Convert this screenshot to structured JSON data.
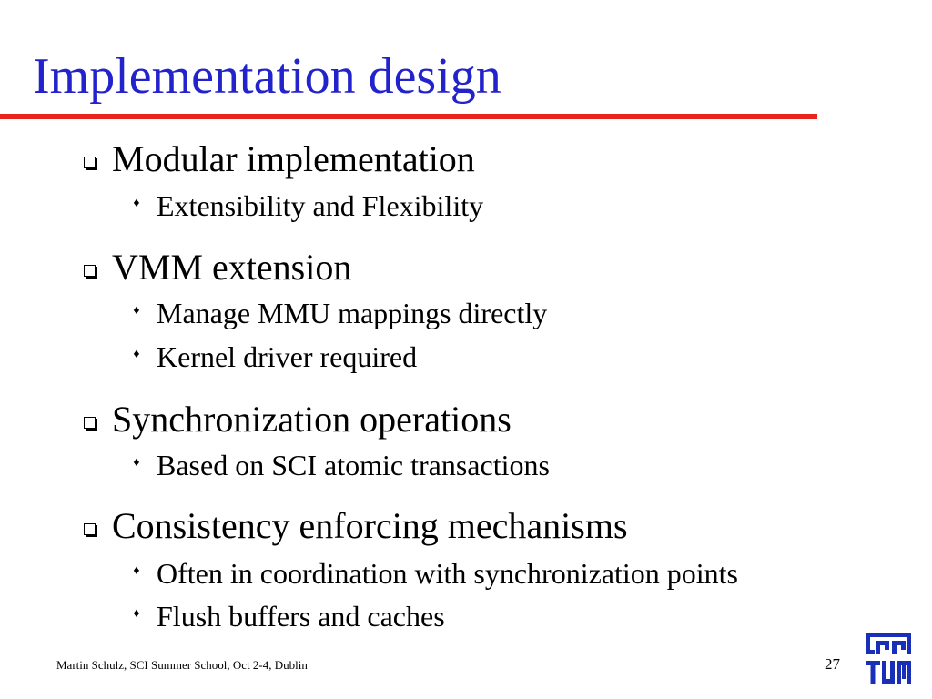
{
  "slide": {
    "title": "Implementation design",
    "accent_color": "#2323cc",
    "rule_color": "#e8241c"
  },
  "bullets": [
    {
      "text": "Modular implementation",
      "sub": [
        "Extensibility and Flexibility"
      ]
    },
    {
      "text": "VMM extension",
      "sub": [
        "Manage MMU mappings directly",
        "Kernel driver required"
      ]
    },
    {
      "text": "Synchronization operations",
      "sub": [
        "Based on SCI atomic transactions"
      ]
    },
    {
      "text": "Consistency enforcing mechanisms",
      "sub": [
        "Often in coordination with synchronization points",
        "Flush buffers and caches"
      ]
    }
  ],
  "footer": {
    "text": "Martin Schulz, SCI Summer School, Oct 2-4, Dublin",
    "page_number": "27",
    "logo": "tum-logo"
  }
}
